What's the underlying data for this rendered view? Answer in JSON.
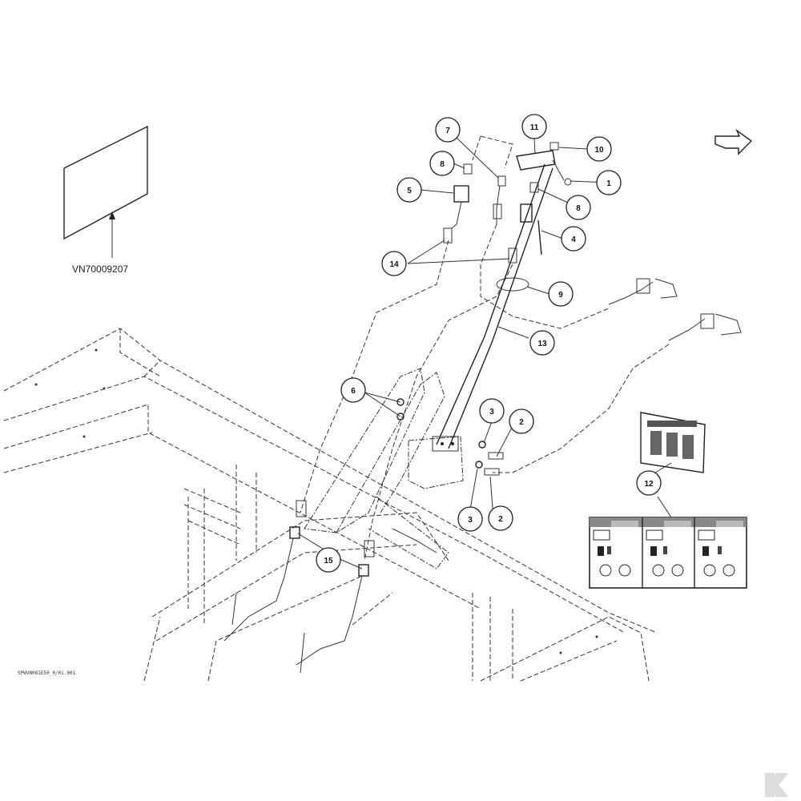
{
  "reference": {
    "code": "VN70009207"
  },
  "drawing_code": "SPWVN081E50_0/01.001",
  "callouts": [
    {
      "label": "1"
    },
    {
      "label": "2"
    },
    {
      "label": "2"
    },
    {
      "label": "3"
    },
    {
      "label": "3"
    },
    {
      "label": "4"
    },
    {
      "label": "5"
    },
    {
      "label": "6"
    },
    {
      "label": "7"
    },
    {
      "label": "8"
    },
    {
      "label": "8"
    },
    {
      "label": "9"
    },
    {
      "label": "10"
    },
    {
      "label": "11"
    },
    {
      "label": "12"
    },
    {
      "label": "13"
    },
    {
      "label": "14"
    },
    {
      "label": "15"
    }
  ],
  "decal": {
    "section_count": 3
  },
  "icons": [
    "direction-arrow-icon",
    "watermark-logo-icon"
  ]
}
